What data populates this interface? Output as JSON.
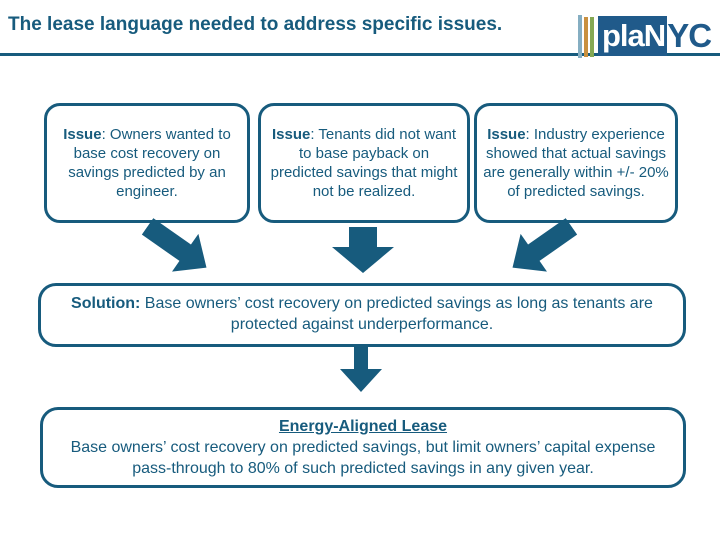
{
  "colors": {
    "accent": "#175b7d",
    "logo_blue": "#205a8a",
    "stripe_blue": "#85aec2",
    "stripe_orange": "#c9903f",
    "stripe_green": "#85a853"
  },
  "header": {
    "title": "The lease language needed to address specific issues.",
    "logo_primary": "plaN",
    "logo_secondary": "YC"
  },
  "issues": [
    {
      "label": "Issue",
      "text": ": Owners wanted to base cost recovery on savings predicted by an engineer."
    },
    {
      "label": "Issue",
      "text": ": Tenants did not want to base payback on predicted savings that might not be realized."
    },
    {
      "label": "Issue",
      "text": ": Industry experience showed that actual savings are generally within +/- 20% of predicted savings."
    }
  ],
  "solution": {
    "label": "Solution:",
    "text": " Base owners’ cost recovery on predicted savings as long as tenants are protected against underperformance."
  },
  "result": {
    "title": "Energy-Aligned Lease",
    "text": "Base owners’ cost recovery on predicted savings, but limit owners’ capital expense pass-through to 80% of such predicted savings in any given year."
  }
}
